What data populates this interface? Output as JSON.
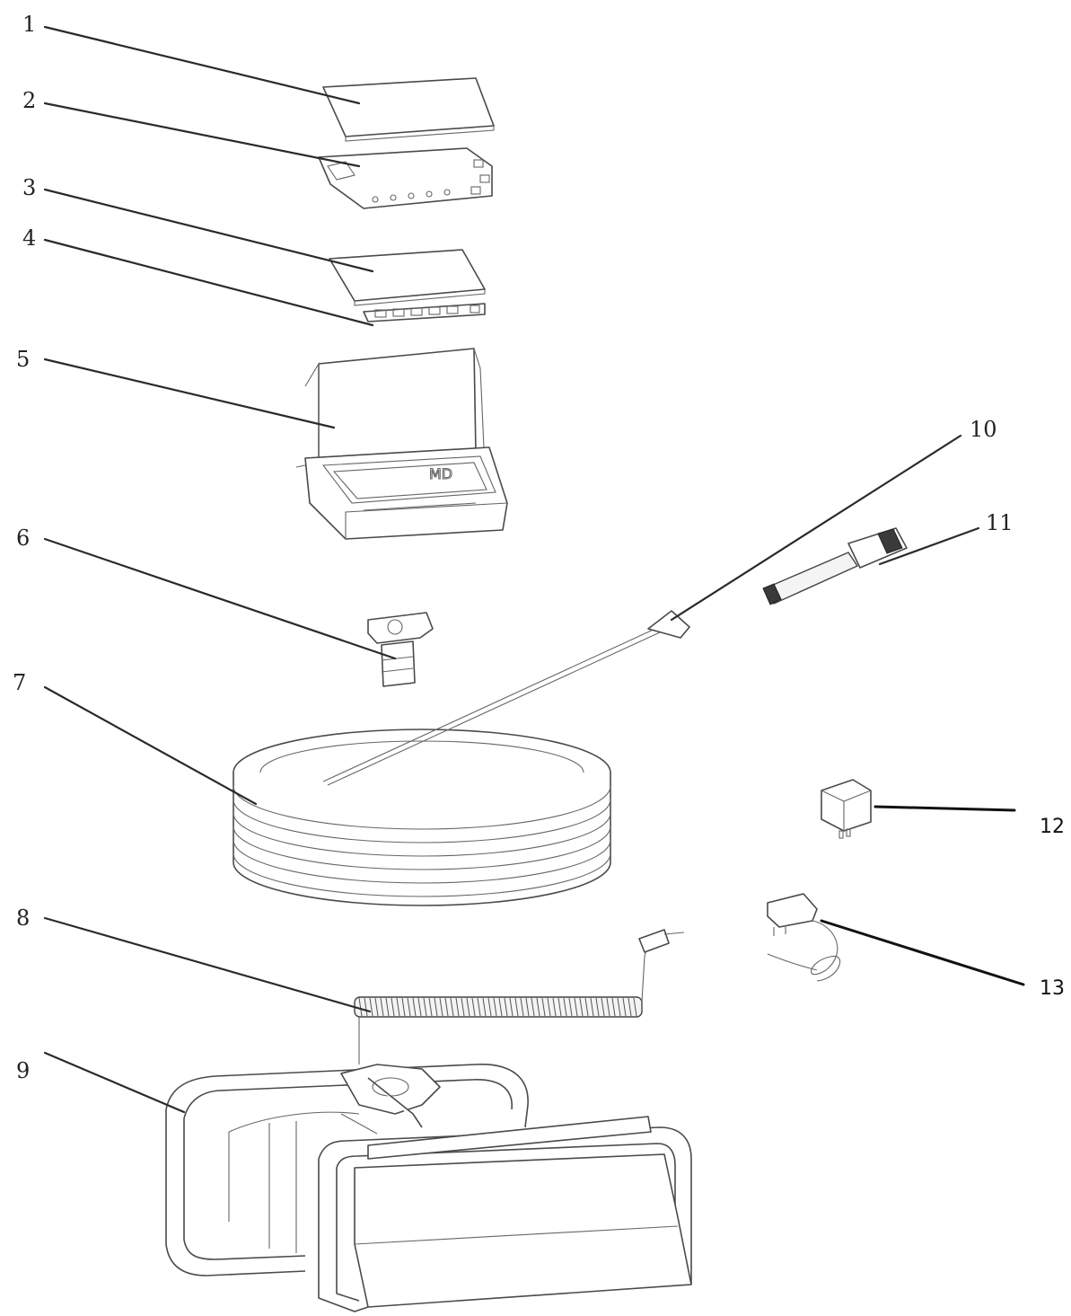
{
  "callouts": [
    {
      "id": "1",
      "label": "1"
    },
    {
      "id": "2",
      "label": "2"
    },
    {
      "id": "3",
      "label": "3"
    },
    {
      "id": "4",
      "label": "4"
    },
    {
      "id": "5",
      "label": "5"
    },
    {
      "id": "6",
      "label": "6"
    },
    {
      "id": "7",
      "label": "7"
    },
    {
      "id": "8",
      "label": "8"
    },
    {
      "id": "9",
      "label": "9"
    },
    {
      "id": "10",
      "label": "10"
    },
    {
      "id": "11",
      "label": "11"
    },
    {
      "id": "12",
      "label": "12"
    },
    {
      "id": "13",
      "label": "13"
    }
  ],
  "part_markings": {
    "case_logo": "MD"
  }
}
